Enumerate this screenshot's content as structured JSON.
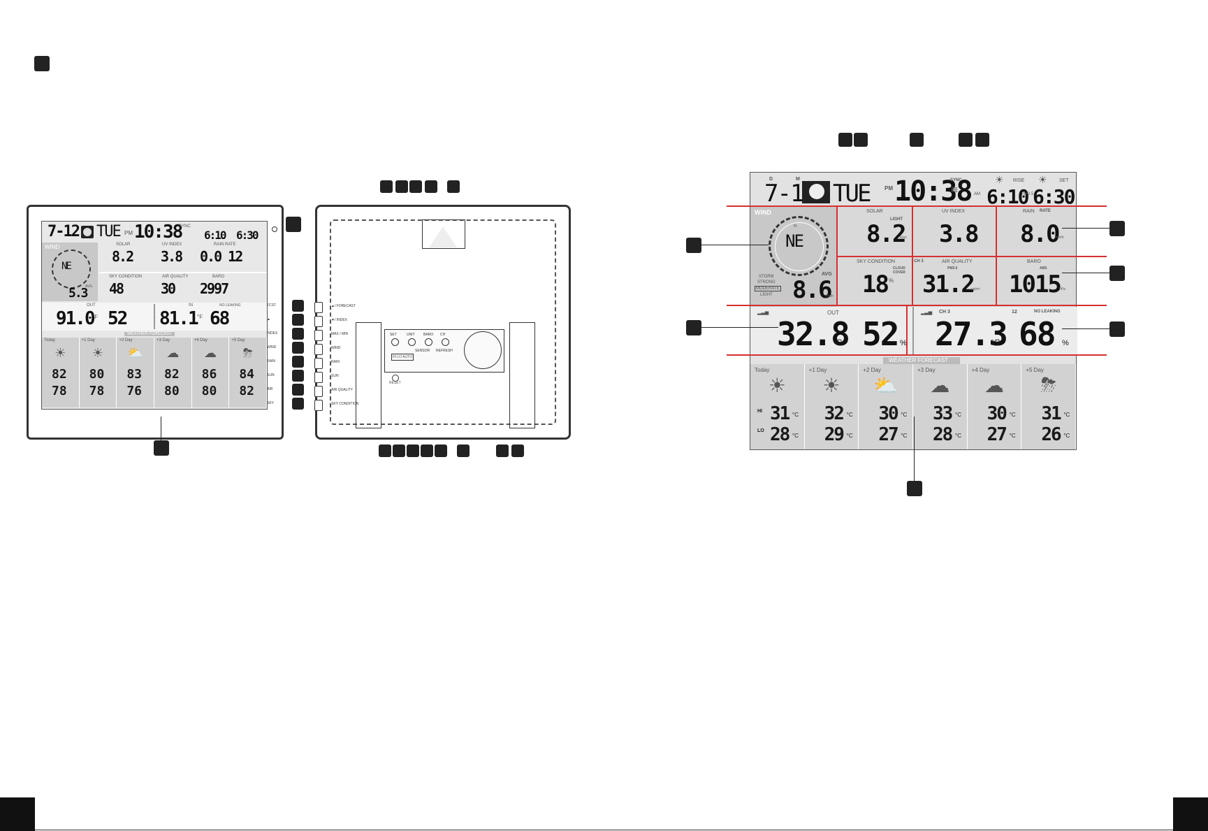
{
  "page": {
    "corner_marker_top": ""
  },
  "left_front": {
    "date_month": "7",
    "date_day": "12",
    "weekday": "TUE",
    "time": "10:38",
    "ampm": "PM",
    "sync": "SYNC",
    "rise": "6:10",
    "set": "6:30",
    "wind_label": "WIND",
    "wind_dir": "NE",
    "wind_val": "5.3",
    "wind_avg": "AVG",
    "solar_label": "SOLAR",
    "solar_val": "8.2",
    "uv_label": "UV INDEX",
    "uv_val": "3.8",
    "rain_label": "RAIN",
    "rain_rate": "RATE",
    "rain_val": "0.0 12",
    "sky_label": "SKY CONDITION",
    "sky_val": "48",
    "aq_label": "AIR QUALITY",
    "aq_val": "30",
    "baro_label": "BARO",
    "baro_val": "2997",
    "out_label": "OUT",
    "out_temp": "91.0",
    "out_unit": "°F",
    "out_hum": "52",
    "in_label": "IN",
    "in_temp": "81.1",
    "in_unit": "°F",
    "in_hum": "68",
    "no_leaking": "NO LEAKING",
    "forecast_label": "WEATHER FORECAST",
    "days": [
      {
        "name": "Today",
        "hi": "82",
        "lo": "78"
      },
      {
        "name": "+1 Day",
        "hi": "80",
        "lo": "78"
      },
      {
        "name": "+2 Day",
        "hi": "83",
        "lo": "76"
      },
      {
        "name": "+3 Day",
        "hi": "82",
        "lo": "80"
      },
      {
        "name": "+4 Day",
        "hi": "86",
        "lo": "80"
      },
      {
        "name": "+5 Day",
        "hi": "84",
        "lo": "82"
      }
    ]
  },
  "back": {
    "buttons": [
      "▲/ FORECAST",
      "▼/ INDEX",
      "MAX / MIN",
      "WIND",
      "RAIN",
      "SUN",
      "AIR QUALITY",
      "SKY CONDITION"
    ],
    "side_labels": [
      "FCST",
      "▲",
      "INDEX",
      "WIND",
      "RAIN",
      "SUN",
      "AIR",
      "SKY"
    ],
    "top_buttons": [
      "SET",
      "UNIT",
      "BARO",
      "CH"
    ],
    "mid_labels": [
      "SENSOR",
      "REFRESH"
    ],
    "reset": "RESET",
    "switch": "HI  LO  AUTO"
  },
  "right_display": {
    "date_month": "7",
    "date_day": "12",
    "d_marker": "D",
    "m_marker": "M",
    "weekday": "TUE",
    "ampm": "PM",
    "time": "10:38",
    "sync": "SYNC",
    "rise_label": "RISE",
    "set_label": "SET",
    "am": "AM",
    "pm": "PM2.5",
    "rise": "6:10",
    "set": "6:30",
    "wind_label": "WIND",
    "wind_dir": "NE",
    "wind_n": "N",
    "storm": "STORM",
    "strong": "STRONG",
    "moderate": "MODERATE",
    "light": "LIGHT",
    "wind_avg": "AVG",
    "wind_val": "8.6",
    "wind_unit": "km/h",
    "solar_label": "SOLAR",
    "solar_sub": "LIGHT",
    "solar_val": "8.2",
    "solar_unit": "Klux",
    "uv_label": "UV INDEX",
    "uv_val": "3.8",
    "rain_label": "RAIN",
    "rain_rate": "RATE",
    "rain_val": "8.0",
    "rain_unit": "mm/h",
    "sky_label": "SKY CONDITION",
    "cloud_cover": "CLOUD COVER",
    "sky_val": "18",
    "sky_unit": "%",
    "aq_ch": "CH 3",
    "aq_label": "AIR QUALITY",
    "aq_val": "31.2",
    "aq_unit": "µg/m³",
    "baro_label": "BARO",
    "baro_abs": "ABS",
    "baro_val": "1015",
    "baro_unit": "hPa",
    "out_label": "OUT",
    "out_temp": "32.8",
    "out_temp_unit": "°C",
    "out_hum": "52",
    "out_hum_unit": "%",
    "in_ch": "CH 3",
    "in_badge": "12",
    "no_leaking": "NO LEAKING",
    "in_temp": "27.3",
    "in_temp_unit": "°C",
    "in_hum": "68",
    "in_hum_unit": "%",
    "forecast_label": "WEATHER FORECAST",
    "hi": "HI",
    "lo": "LO",
    "deg": "°C",
    "days": [
      {
        "name": "Today",
        "hi": "31",
        "lo": "28"
      },
      {
        "name": "+1 Day",
        "hi": "32",
        "lo": "29"
      },
      {
        "name": "+2 Day",
        "hi": "30",
        "lo": "27"
      },
      {
        "name": "+3 Day",
        "hi": "33",
        "lo": "28"
      },
      {
        "name": "+4 Day",
        "hi": "30",
        "lo": "27"
      },
      {
        "name": "+5 Day",
        "hi": "31",
        "lo": "26"
      }
    ]
  }
}
